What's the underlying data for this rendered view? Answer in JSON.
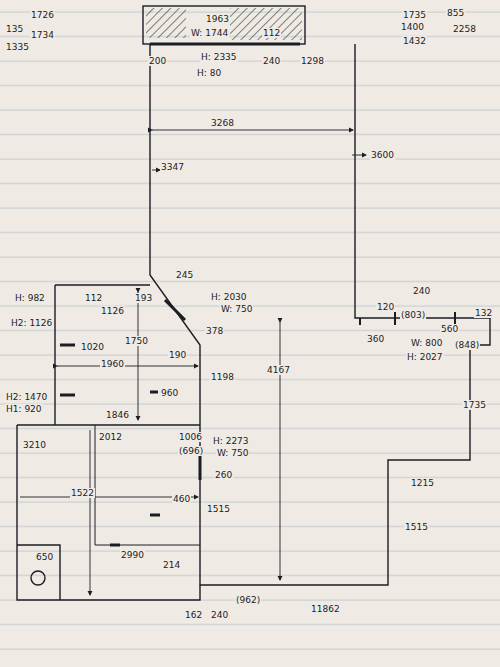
{
  "diagram": {
    "labels": [
      "1726",
      "135",
      "1734",
      "1335",
      "1735",
      "855",
      "1400",
      "1432",
      "2258",
      "1963",
      "W: 1744",
      "112",
      "200",
      "H: 2335",
      "240",
      "1298",
      "H: 80",
      "3268",
      "3347",
      "3600",
      "245",
      "H: 2030",
      "W: 750",
      "193",
      "H: 982",
      "112",
      "1126",
      "H2: 1126",
      "1020",
      "1750",
      "378",
      "190",
      "1960",
      "1198",
      "960",
      "H2: 1470",
      "H1: 920",
      "1846",
      "3210",
      "2012",
      "1006",
      "H: 2273",
      "W: 750",
      "(696)",
      "260",
      "1522",
      "460",
      "1515",
      "650",
      "2990",
      "214",
      "162",
      "240",
      "(962)",
      "11862",
      "4167",
      "120",
      "240",
      "(803)",
      "560",
      "132",
      "360",
      "W: 800",
      "H: 2027",
      "(848)",
      "1735",
      "1215",
      "1515"
    ]
  }
}
